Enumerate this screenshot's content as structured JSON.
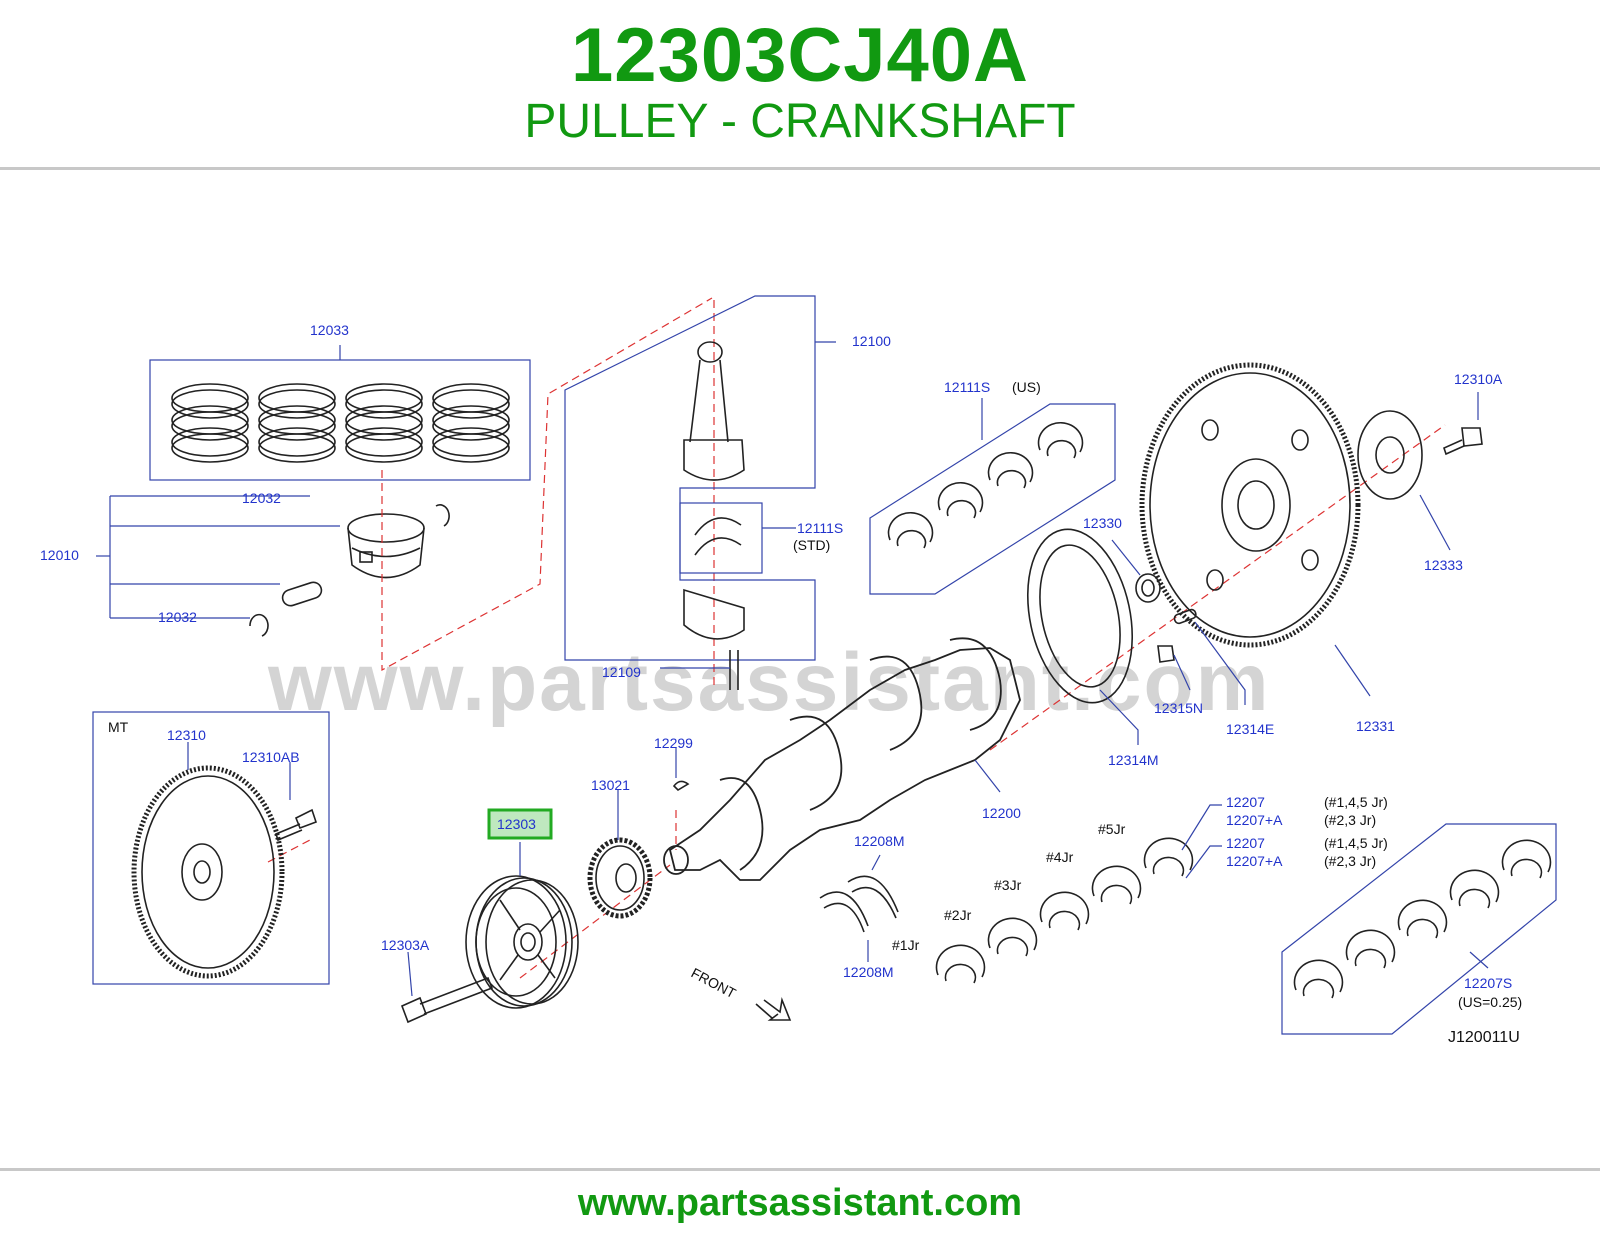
{
  "header": {
    "part_number": "12303CJ40A",
    "part_title": "PULLEY - CRANKSHAFT"
  },
  "watermark": "www.partsassistant.com",
  "footer": {
    "url": "www.partsassistant.com"
  },
  "colors": {
    "brand_green": "#119911",
    "callout_blue": "#2233cc",
    "highlight_green": "#22aa22",
    "rule_gray": "#c8c8c8"
  },
  "diagram": {
    "drawing_code": "J120011U",
    "front_label": "FRONT",
    "mt_label": "MT",
    "highlighted_part": "12303",
    "labels": {
      "p12033": "12033",
      "p12032a": "12032",
      "p12032b": "12032",
      "p12010": "12010",
      "p12100": "12100",
      "p12111s_std": "12111S",
      "std": "(STD)",
      "p12109": "12109",
      "p12111s_us": "12111S",
      "us": "(US)",
      "p12310a": "12310A",
      "p12333": "12333",
      "p12330": "12330",
      "p12315n": "12315N",
      "p12314e": "12314E",
      "p12331": "12331",
      "p12314m": "12314M",
      "p12310": "12310",
      "p12310ab": "12310AB",
      "p12299": "12299",
      "p13021": "13021",
      "p12303a": "12303A",
      "p12208m_a": "12208M",
      "p12208m_b": "12208M",
      "p12200": "12200",
      "p12207_a": "12207",
      "p12207a_a": "12207+A",
      "p12207_b": "12207",
      "p12207a_b": "12207+A",
      "jr145_a": "(#1,4,5   Jr)",
      "jr23_a": "(#2,3   Jr)",
      "jr145_b": "(#1,4,5   Jr)",
      "jr23_b": "(#2,3   Jr)",
      "jr5": "#5Jr",
      "jr4": "#4Jr",
      "jr3": "#3Jr",
      "jr2": "#2Jr",
      "jr1": "#1Jr",
      "p12207s": "12207S",
      "us025": "(US=0.25)"
    }
  }
}
